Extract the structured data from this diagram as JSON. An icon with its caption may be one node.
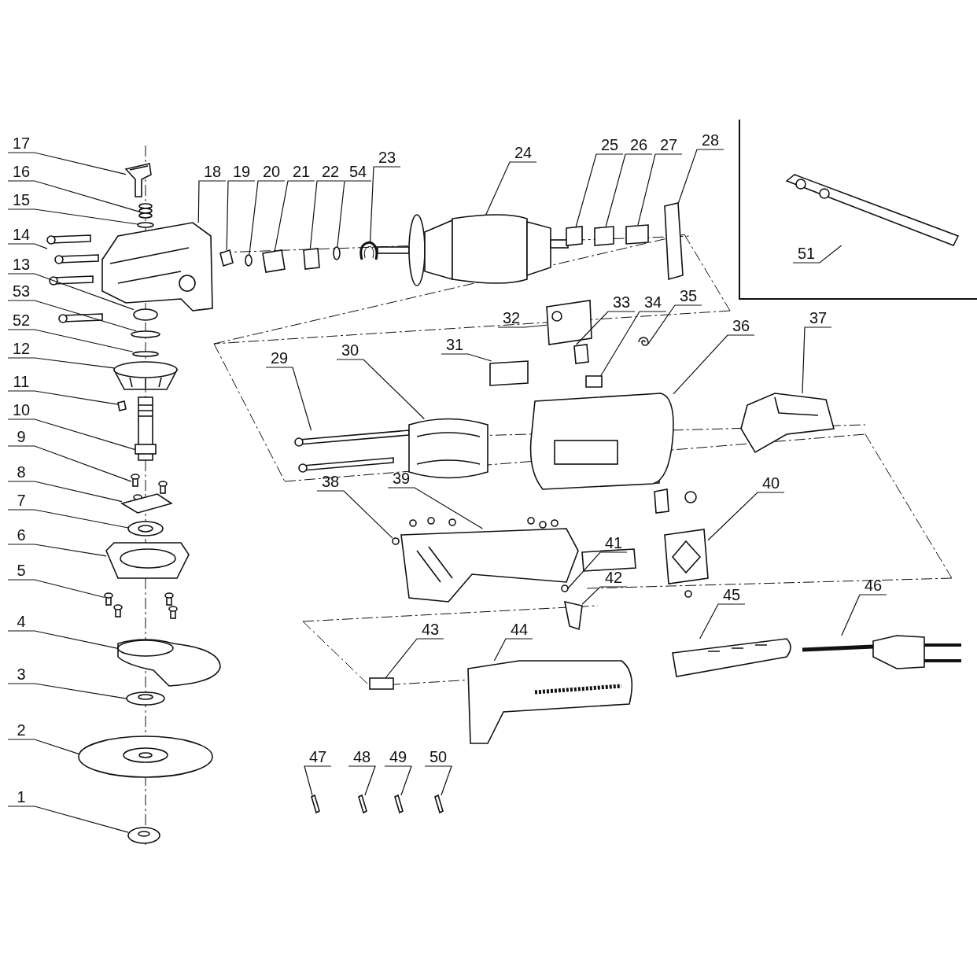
{
  "diagram": {
    "nodes": [
      {
        "text": [
          "1"
        ]
      },
      {
        "text": [
          "2"
        ]
      },
      {
        "text": [
          "3"
        ]
      },
      {
        "text": [
          "4"
        ]
      },
      {
        "text": [
          "5"
        ]
      },
      {
        "text": [
          "6"
        ]
      },
      {
        "text": [
          "7"
        ]
      },
      {
        "text": [
          "8"
        ]
      },
      {
        "text": [
          "9"
        ]
      },
      {
        "text": [
          "10"
        ]
      },
      {
        "text": [
          "11"
        ]
      },
      {
        "text": [
          "12"
        ]
      },
      {
        "text": [
          "13"
        ]
      },
      {
        "text": [
          "14"
        ]
      },
      {
        "text": [
          "15"
        ]
      },
      {
        "text": [
          "16"
        ]
      },
      {
        "text": [
          "17"
        ]
      },
      {
        "text": [
          "18"
        ]
      },
      {
        "text": [
          "19"
        ]
      },
      {
        "text": [
          "20"
        ]
      },
      {
        "text": [
          "21"
        ]
      },
      {
        "text": [
          "22"
        ]
      },
      {
        "text": [
          "23"
        ]
      },
      {
        "text": [
          "24"
        ]
      },
      {
        "text": [
          "25"
        ]
      },
      {
        "text": [
          "26"
        ]
      },
      {
        "text": [
          "27"
        ]
      },
      {
        "text": [
          "28"
        ]
      },
      {
        "text": [
          "29"
        ]
      },
      {
        "text": [
          "30"
        ]
      },
      {
        "text": [
          "31"
        ]
      },
      {
        "text": [
          "32"
        ]
      },
      {
        "text": [
          "33"
        ]
      },
      {
        "text": [
          "34"
        ]
      },
      {
        "text": [
          "35"
        ]
      },
      {
        "text": [
          "36"
        ]
      },
      {
        "text": [
          "37"
        ]
      },
      {
        "text": [
          "38"
        ]
      },
      {
        "text": [
          "39"
        ]
      },
      {
        "text": [
          "40"
        ]
      },
      {
        "text": [
          "41"
        ]
      },
      {
        "text": [
          "42"
        ]
      },
      {
        "text": [
          "43"
        ]
      },
      {
        "text": [
          "44"
        ]
      },
      {
        "text": [
          "45"
        ]
      },
      {
        "text": [
          "46"
        ]
      },
      {
        "text": [
          "47"
        ]
      },
      {
        "text": [
          "48"
        ]
      },
      {
        "text": [
          "49"
        ]
      },
      {
        "text": [
          "50"
        ]
      },
      {
        "text": [
          "51"
        ]
      },
      {
        "text": [
          "52"
        ]
      },
      {
        "text": [
          "53"
        ]
      },
      {
        "text": [
          "54"
        ]
      },
      {
        "text": [],
        "shape": "picture"
      },
      {
        "text": [],
        "shape": "picture"
      },
      {
        "text": [],
        "shape": "picture"
      },
      {
        "text": [],
        "shape": "picture"
      },
      {
        "text": [],
        "shape": "picture"
      },
      {
        "text": [],
        "shape": "picture"
      },
      {
        "text": [],
        "shape": "picture"
      },
      {
        "text": [],
        "shape": "box"
      },
      {
        "text": [],
        "shape": "picture"
      },
      {
        "text": [],
        "shape": "picture"
      },
      {
        "text": [],
        "shape": "box"
      },
      {
        "text": [],
        "shape": "picture"
      },
      {
        "text": [],
        "shape": "circle"
      },
      {
        "text": [],
        "shape": "picture"
      },
      {
        "text": [],
        "shape": "circle"
      },
      {
        "text": [],
        "shape": "picture"
      },
      {
        "text": [],
        "shape": "picture"
      },
      {
        "text": [],
        "shape": "picture"
      },
      {
        "text": [],
        "shape": "box"
      },
      {
        "text": [],
        "shape": "circle"
      },
      {
        "text": [],
        "shape": "box"
      },
      {
        "text": [],
        "shape": "box"
      },
      {
        "text": [],
        "shape": "picture"
      },
      {
        "text": [],
        "shape": "picture"
      },
      {
        "text": [],
        "shape": "box"
      },
      {
        "text": [],
        "shape": "box"
      },
      {
        "text": [],
        "shape": "box"
      },
      {
        "text": [],
        "shape": "box"
      },
      {
        "text": [],
        "shape": "picture"
      },
      {
        "text": [],
        "shape": "picture"
      },
      {
        "text": [],
        "shape": "box"
      },
      {
        "text": [],
        "shape": "picture"
      },
      {
        "text": [],
        "shape": "box"
      },
      {
        "text": [],
        "shape": "box"
      },
      {
        "text": [],
        "shape": "picture"
      },
      {
        "text": [],
        "shape": "picture"
      },
      {
        "text": [],
        "shape": "picture"
      },
      {
        "text": [],
        "shape": "circle"
      },
      {
        "text": [],
        "shape": "picture"
      },
      {
        "text": [],
        "shape": "picture"
      },
      {
        "text": [],
        "shape": "circle"
      },
      {
        "text": [],
        "shape": "box"
      },
      {
        "text": [],
        "shape": "box"
      },
      {
        "text": [],
        "shape": "picture"
      },
      {
        "text": [],
        "shape": "picture"
      },
      {
        "text": [],
        "shape": "picture"
      },
      {
        "text": [],
        "shape": "box"
      },
      {
        "text": [],
        "shape": "box"
      },
      {
        "text": [],
        "shape": "box"
      },
      {
        "text": [],
        "shape": "box"
      },
      {
        "text": [],
        "shape": "picture"
      },
      {
        "text": [],
        "shape": "circle"
      },
      {
        "text": [],
        "shape": "circle"
      },
      {
        "text": [],
        "shape": "circle"
      }
    ],
    "edges": [
      {
        "from": 0,
        "to": 54,
        "arrow": "none"
      },
      {
        "from": 1,
        "to": 55,
        "arrow": "none"
      },
      {
        "from": 2,
        "to": 56,
        "arrow": "none"
      },
      {
        "from": 3,
        "to": 57,
        "arrow": "none"
      },
      {
        "from": 4,
        "to": 58,
        "arrow": "none"
      },
      {
        "from": 5,
        "to": 59,
        "arrow": "none"
      },
      {
        "from": 6,
        "to": 60,
        "arrow": "none"
      },
      {
        "from": 7,
        "to": 61,
        "arrow": "none"
      },
      {
        "from": 8,
        "to": 62,
        "arrow": "none"
      },
      {
        "from": 9,
        "to": 63,
        "arrow": "none"
      },
      {
        "from": 10,
        "to": 64,
        "arrow": "none"
      },
      {
        "from": 11,
        "to": 65,
        "arrow": "none"
      },
      {
        "from": 12,
        "to": 66,
        "arrow": "none"
      },
      {
        "from": 13,
        "to": 67,
        "arrow": "none"
      },
      {
        "from": 14,
        "to": 68,
        "arrow": "none"
      },
      {
        "from": 15,
        "to": 69,
        "arrow": "none"
      },
      {
        "from": 16,
        "to": 70,
        "arrow": "none"
      },
      {
        "from": 17,
        "to": 71,
        "arrow": "none"
      },
      {
        "from": 18,
        "to": 72,
        "arrow": "none"
      },
      {
        "from": 19,
        "to": 73,
        "arrow": "none"
      },
      {
        "from": 20,
        "to": 74,
        "arrow": "none"
      },
      {
        "from": 21,
        "to": 75,
        "arrow": "none"
      },
      {
        "from": 22,
        "to": 76,
        "arrow": "none"
      },
      {
        "from": 23,
        "to": 77,
        "arrow": "none"
      },
      {
        "from": 24,
        "to": 78,
        "arrow": "none"
      },
      {
        "from": 25,
        "to": 79,
        "arrow": "none"
      },
      {
        "from": 26,
        "to": 80,
        "arrow": "none"
      },
      {
        "from": 27,
        "to": 81,
        "arrow": "none"
      },
      {
        "from": 28,
        "to": 82,
        "arrow": "none"
      },
      {
        "from": 29,
        "to": 83,
        "arrow": "none"
      },
      {
        "from": 30,
        "to": 84,
        "arrow": "none"
      },
      {
        "from": 31,
        "to": 85,
        "arrow": "none"
      },
      {
        "from": 32,
        "to": 86,
        "arrow": "none"
      },
      {
        "from": 33,
        "to": 87,
        "arrow": "none"
      },
      {
        "from": 34,
        "to": 88,
        "arrow": "none"
      },
      {
        "from": 35,
        "to": 89,
        "arrow": "none"
      },
      {
        "from": 36,
        "to": 90,
        "arrow": "none"
      },
      {
        "from": 37,
        "to": 91,
        "arrow": "none"
      },
      {
        "from": 38,
        "to": 92,
        "arrow": "none"
      },
      {
        "from": 39,
        "to": 93,
        "arrow": "none"
      },
      {
        "from": 40,
        "to": 94,
        "arrow": "none"
      },
      {
        "from": 41,
        "to": 95,
        "arrow": "none"
      },
      {
        "from": 42,
        "to": 96,
        "arrow": "none"
      },
      {
        "from": 43,
        "to": 97,
        "arrow": "none"
      },
      {
        "from": 44,
        "to": 98,
        "arrow": "none"
      },
      {
        "from": 45,
        "to": 99,
        "arrow": "none"
      },
      {
        "from": 46,
        "to": 100,
        "arrow": "none"
      },
      {
        "from": 47,
        "to": 101,
        "arrow": "none"
      },
      {
        "from": 48,
        "to": 102,
        "arrow": "none"
      },
      {
        "from": 49,
        "to": 103,
        "arrow": "none"
      },
      {
        "from": 50,
        "to": 104,
        "arrow": "none"
      },
      {
        "from": 51,
        "to": 105,
        "arrow": "none"
      },
      {
        "from": 52,
        "to": 106,
        "arrow": "none"
      },
      {
        "from": 53,
        "to": 107,
        "arrow": "none"
      }
    ]
  }
}
